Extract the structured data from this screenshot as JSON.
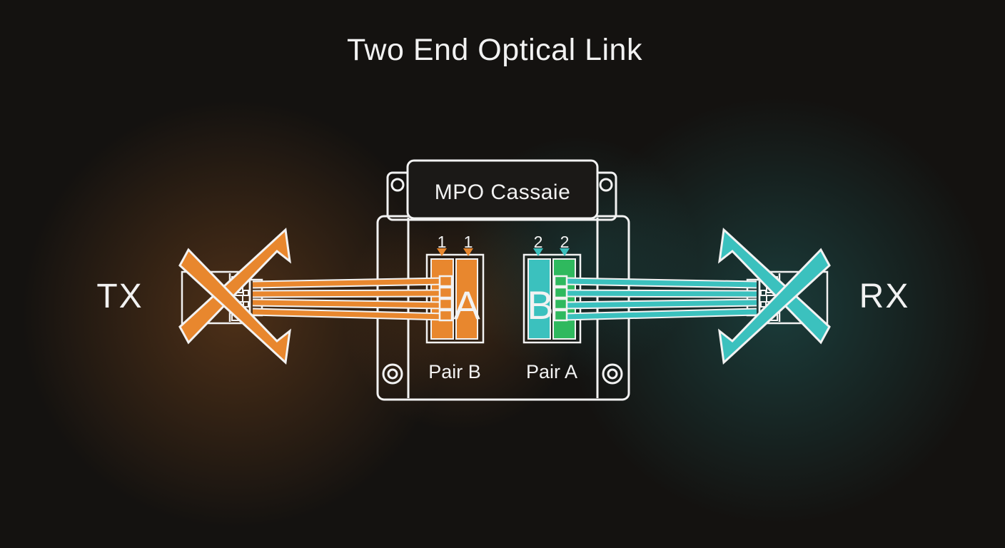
{
  "title": "Two End Optical Link",
  "colors": {
    "orange": "#E8872E",
    "teal": "#3BC1BE",
    "green": "#2FB95E",
    "line_white": "#F2F2F2",
    "background": "#141210"
  },
  "endpoints": {
    "tx_label": "TX",
    "rx_label": "RX"
  },
  "cassette": {
    "label": "MPO Cassaie",
    "modules": [
      {
        "letter": "A",
        "pair_label": "Pair B",
        "port_numbers": [
          "1",
          "1"
        ]
      },
      {
        "letter": "B",
        "pair_label": "Pair A",
        "port_numbers": [
          "2",
          "2"
        ]
      }
    ]
  }
}
